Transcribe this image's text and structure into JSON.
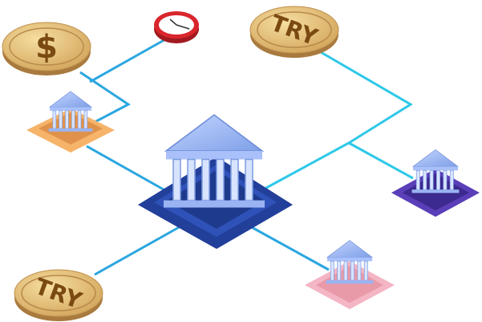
{
  "coins": [
    {
      "label": "$",
      "currency": "dollar"
    },
    {
      "label": "TRY",
      "currency": "lira"
    },
    {
      "label": "TRY",
      "currency": "lira"
    }
  ],
  "colors": {
    "connector": "#2aa6e0",
    "coin_face": "#e6c27a",
    "coin_rim": "#b8894a",
    "bank": "#9bb8f5",
    "platform_center": "#223f9a",
    "platform_left": "#f6b46a",
    "platform_right": "#5a3fb8",
    "platform_bottom": "#f4b5c4",
    "clock": "#d9262c"
  },
  "icons": [
    "dollar-coin-icon",
    "lira-coin-icon",
    "clock-icon",
    "bank-icon"
  ]
}
